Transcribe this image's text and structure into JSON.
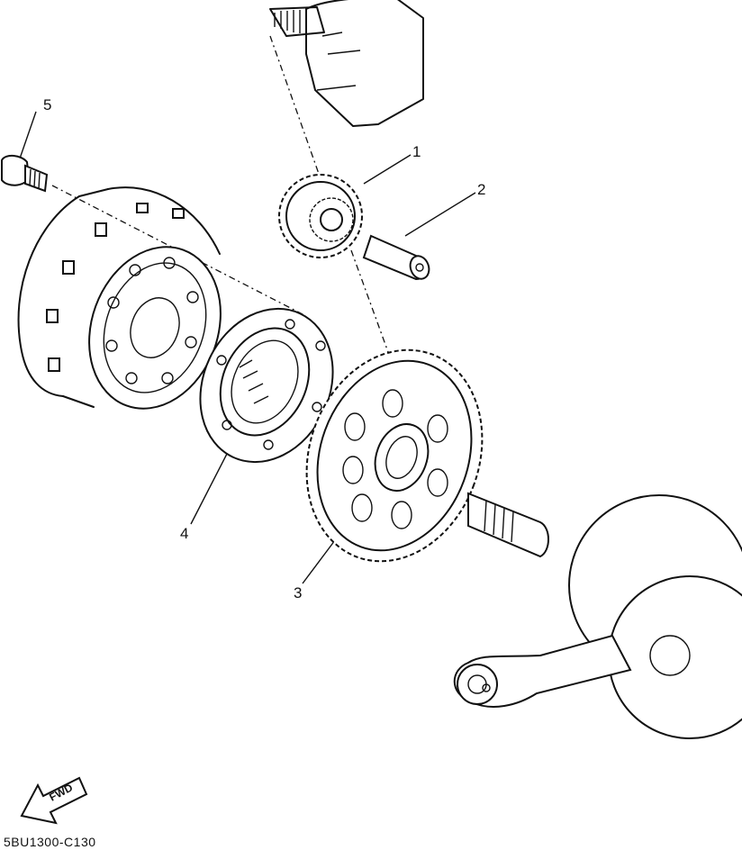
{
  "callouts": [
    {
      "id": "1",
      "text": "1"
    },
    {
      "id": "2",
      "text": "2"
    },
    {
      "id": "3",
      "text": "3"
    },
    {
      "id": "4",
      "text": "4"
    },
    {
      "id": "5",
      "text": "5"
    }
  ],
  "direction_badge": "FWD",
  "drawing_code": "5BU1300-C130"
}
